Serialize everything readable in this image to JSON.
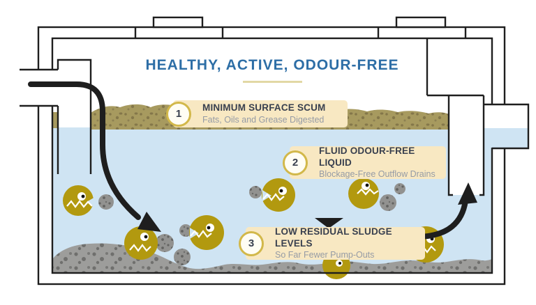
{
  "title": {
    "text": "HEALTHY, ACTIVE, ODOUR-FREE"
  },
  "callouts": [
    {
      "number": "1",
      "title": "MINIMUM SURFACE SCUM",
      "subtitle": "Fats, Oils and Grease Digested"
    },
    {
      "number": "2",
      "title": "FLUID ODOUR-FREE LIQUID",
      "subtitle": "Blockage-Free Outflow Drains"
    },
    {
      "number": "3",
      "title": "LOW RESIDUAL SLUDGE LEVELS",
      "subtitle": "So Far Fewer Pump-Outs"
    }
  ],
  "icons": {
    "bacteria": "yellow-microbe-with-eye",
    "inlet_flow": "curved-black-arrow-down",
    "outlet_flow": "curved-black-arrow-up",
    "settling": "black-chevron-down"
  },
  "colors": {
    "accent_blue": "#2d6ea6",
    "callout_bg": "#f8e8c2",
    "badge_border": "#d2b84a",
    "water": "#cfe4f3",
    "bacteria_body": "#b2990f",
    "surface_scum": "#a79a5f",
    "sludge": "#9d9d9b",
    "outline": "#1e1e1e",
    "callout_title_text": "#39404f",
    "callout_subtitle_text": "#959ba5",
    "title_underline": "#e2d8a4"
  }
}
